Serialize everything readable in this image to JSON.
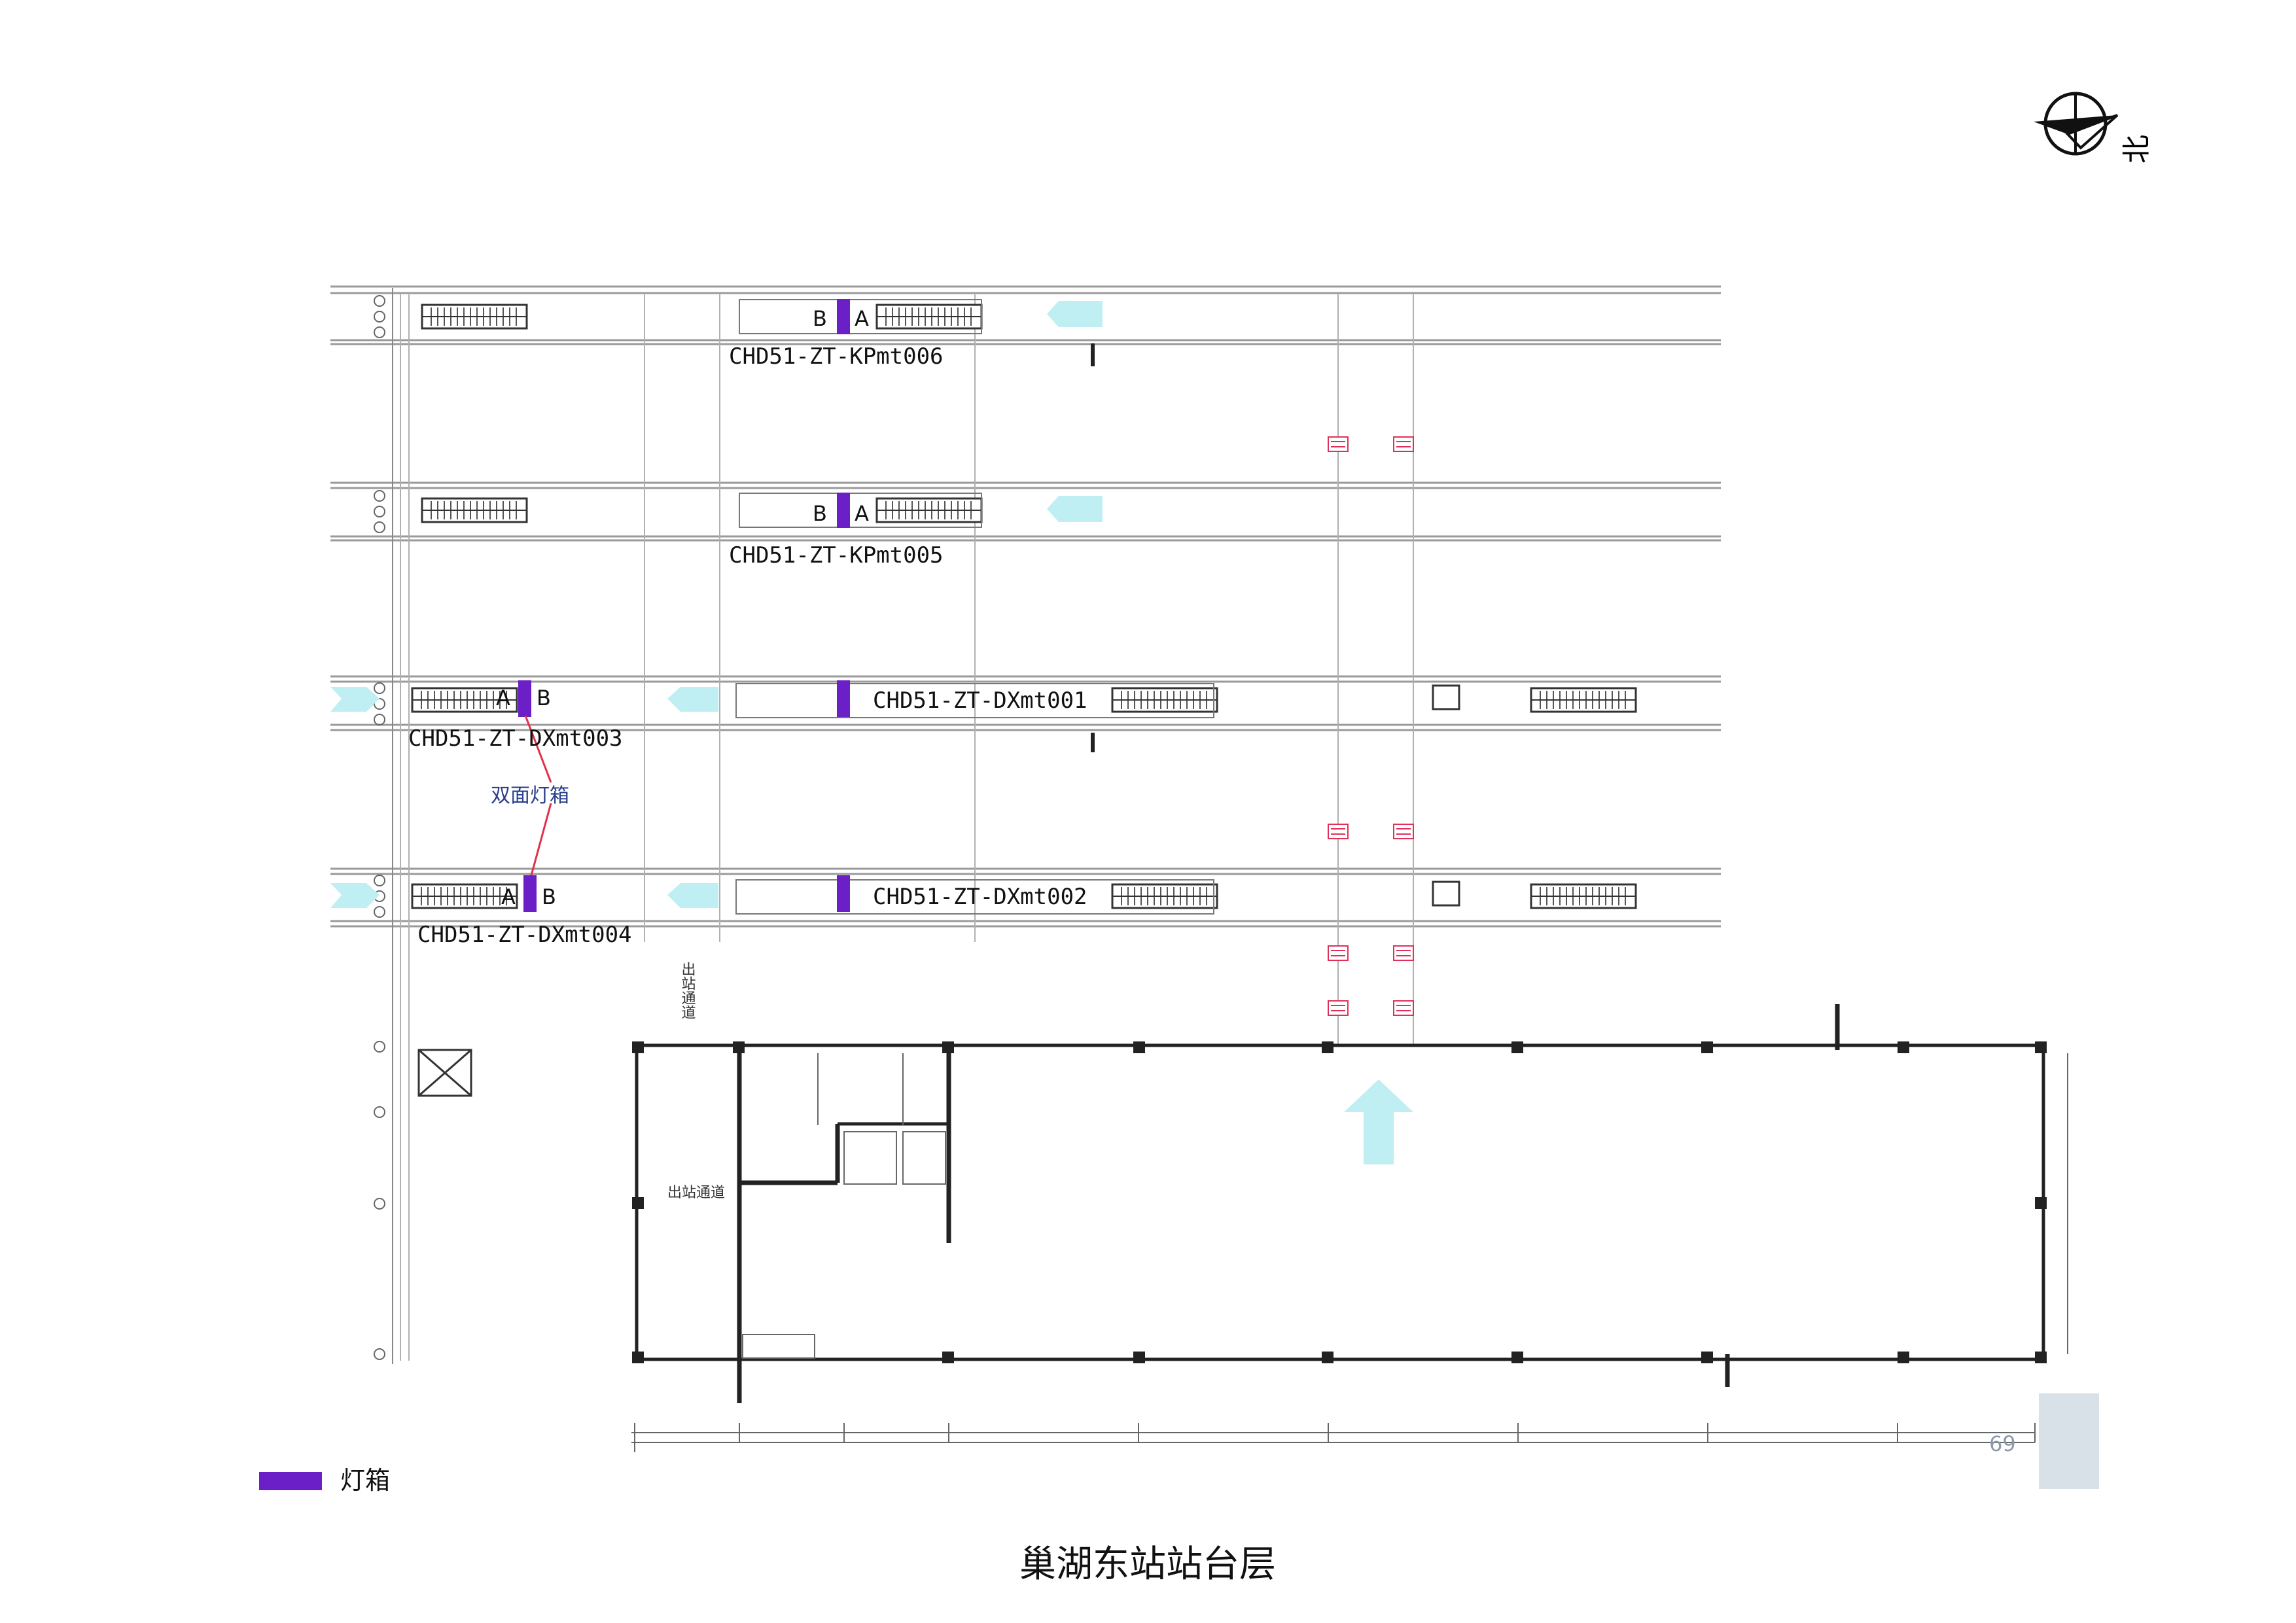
{
  "page": {
    "title": "巢湖东站站台层",
    "page_number": "69"
  },
  "compass": {
    "north_label": "北",
    "icon": "north-arrow-icon"
  },
  "legend": {
    "label": "灯箱",
    "color": "#6a1fc7"
  },
  "annotation": {
    "double_sided": "双面灯箱"
  },
  "colors": {
    "lightbox": "#6a1fc7",
    "flow_arrow": "#bfeef3",
    "wall": "#222222",
    "thin_line": "#9a9a9a",
    "red_mark": "#e0305a",
    "page_box": "#d8e0e8"
  },
  "ads": [
    {
      "code": "CHD51-ZT-KPmt006",
      "left_side": "B",
      "right_side": "A"
    },
    {
      "code": "CHD51-ZT-KPmt005",
      "left_side": "B",
      "right_side": "A"
    },
    {
      "code": "CHD51-ZT-DXmt003",
      "left_side": "A",
      "right_side": "B"
    },
    {
      "code": "CHD51-ZT-DXmt001"
    },
    {
      "code": "CHD51-ZT-DXmt004",
      "left_side": "A",
      "right_side": "B"
    },
    {
      "code": "CHD51-ZT-DXmt002"
    }
  ],
  "plan_text": {
    "exit_passage_vertical": "出站通道",
    "exit_passage": "出站通道"
  }
}
